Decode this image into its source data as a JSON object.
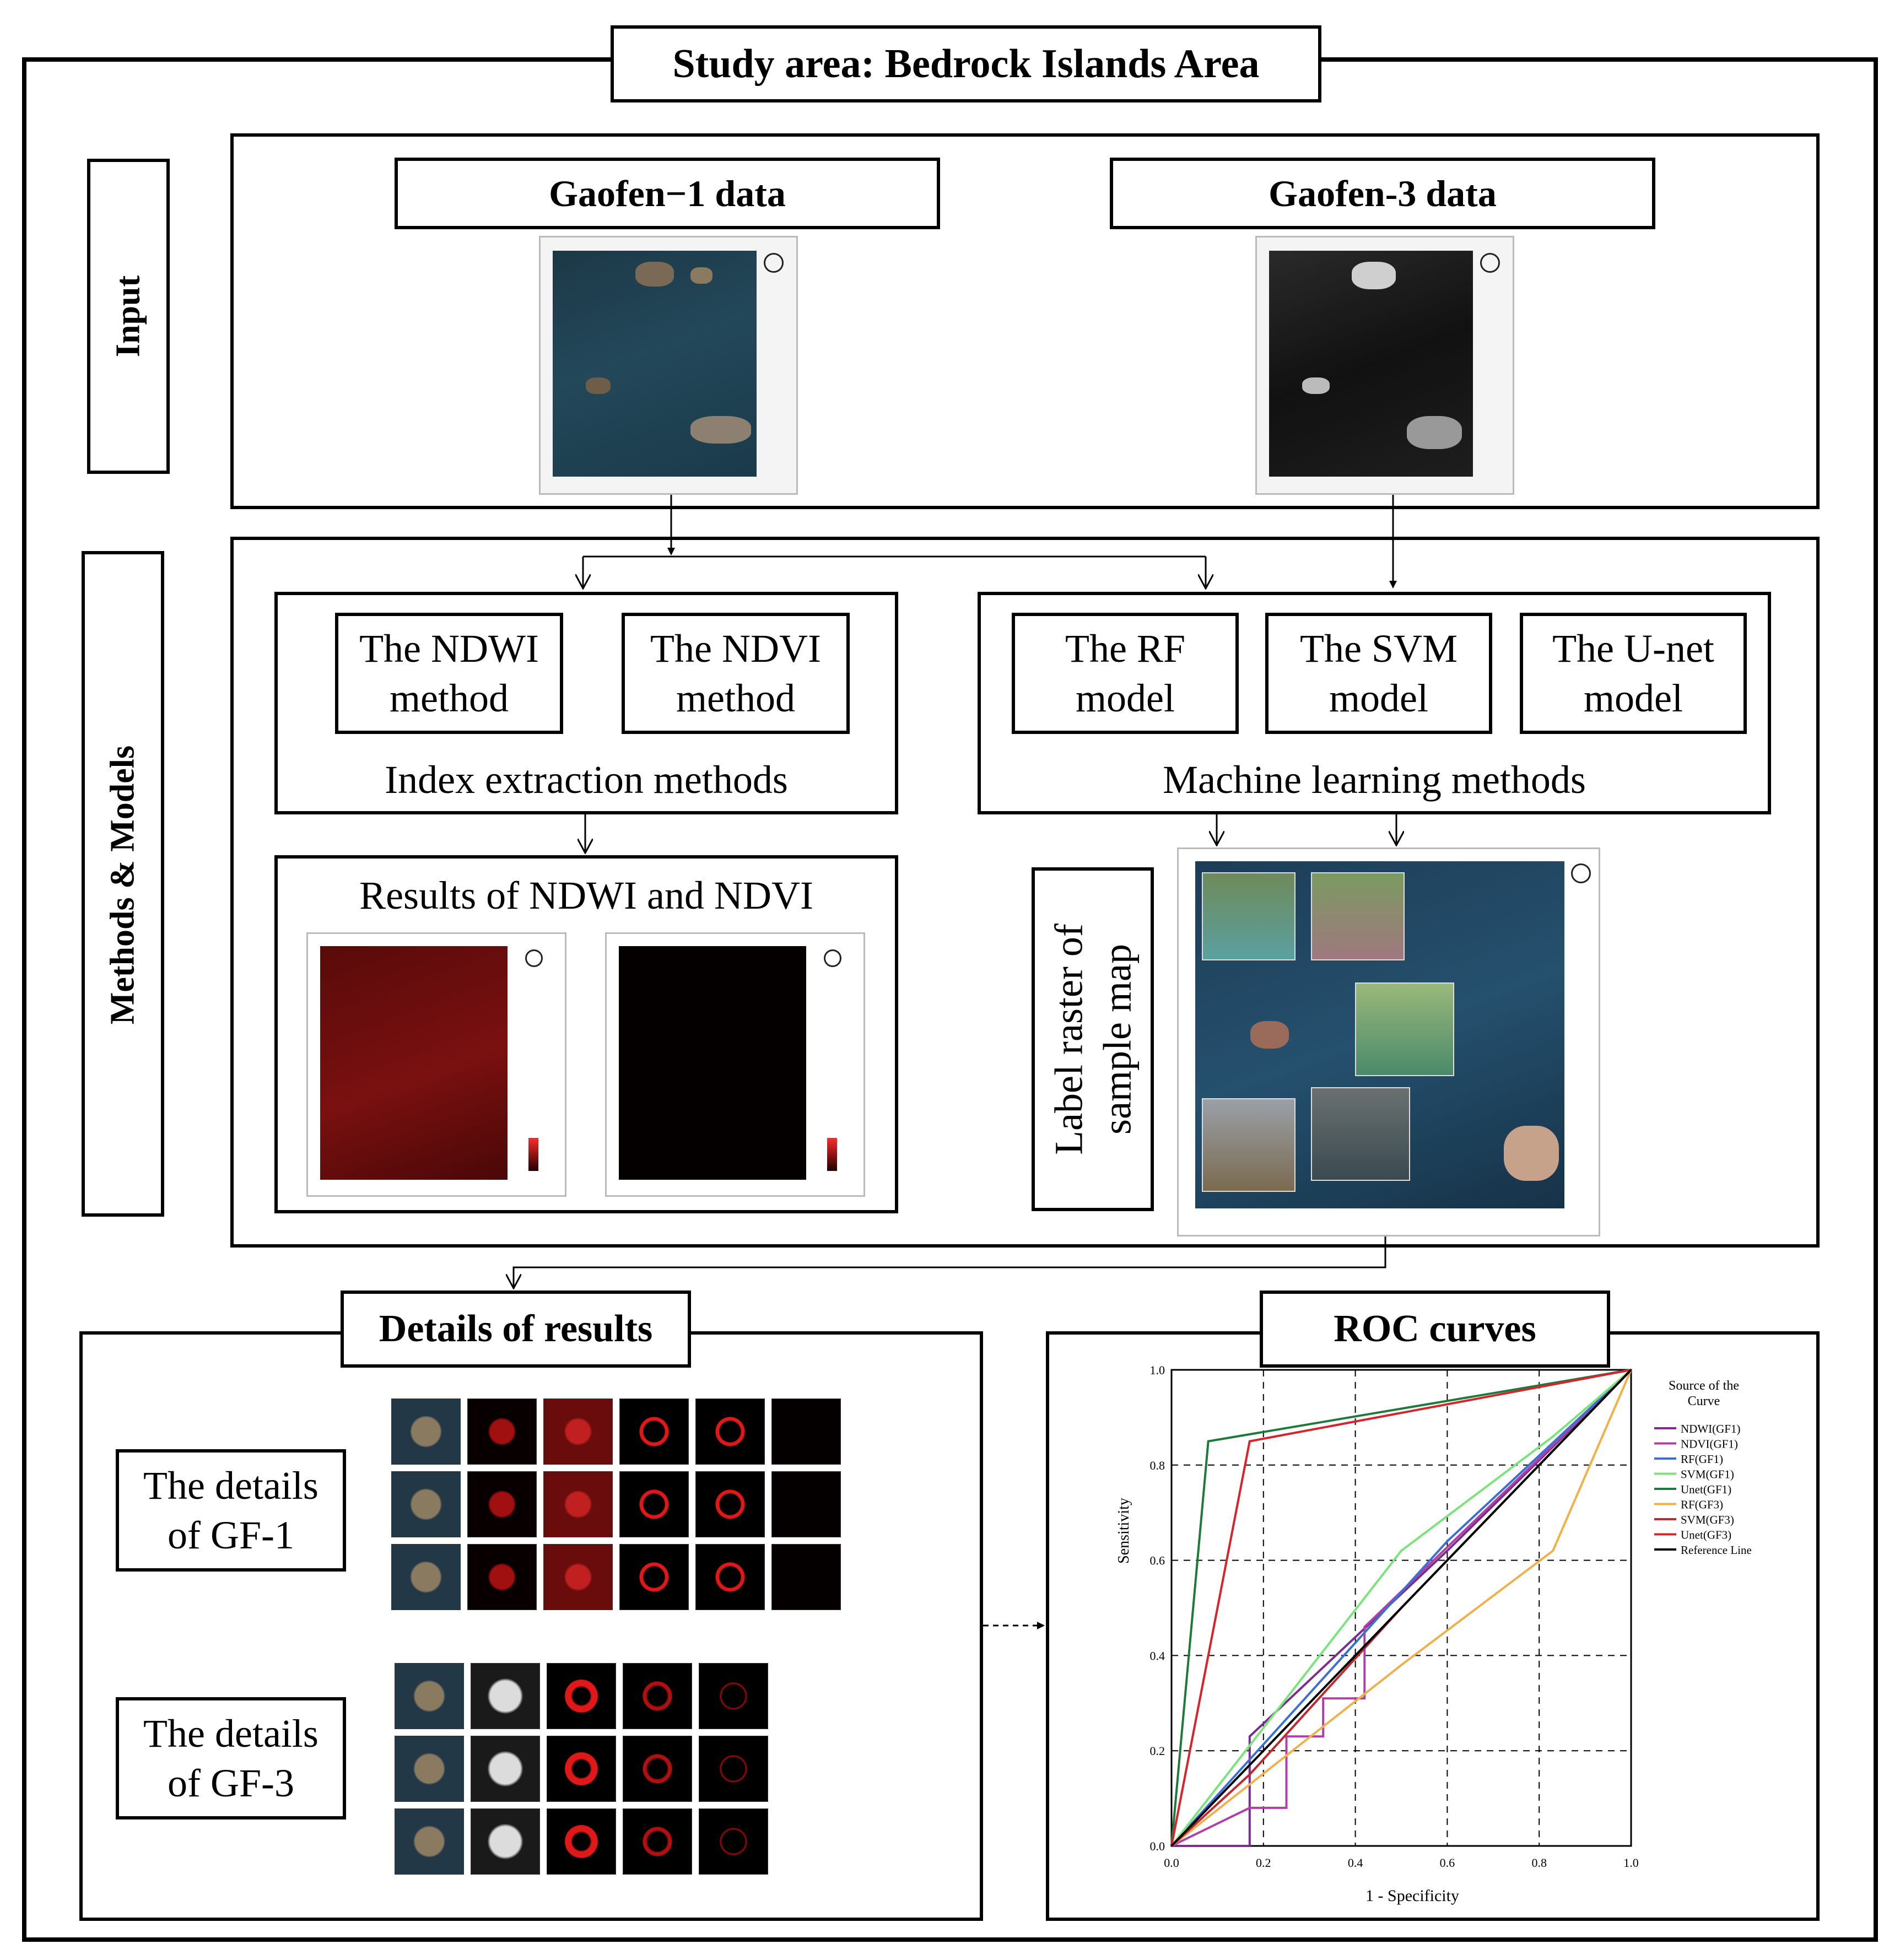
{
  "title": "Study area: Bedrock Islands Area",
  "input": {
    "label": "Input",
    "gf1_title": "Gaofen−1 data",
    "gf3_title": "Gaofen-3 data"
  },
  "methods": {
    "label": "Methods & Models",
    "index_group": {
      "title": "Index extraction methods",
      "ndwi_line1": "The NDWI",
      "ndwi_line2": "method",
      "ndvi_line1": "The NDVI",
      "ndvi_line2": "method"
    },
    "ml_group": {
      "title": "Machine learning methods",
      "rf_line1": "The RF",
      "rf_line2": "model",
      "svm_line1": "The SVM",
      "svm_line2": "model",
      "unet_line1": "The U-net",
      "unet_line2": "model"
    },
    "results_title": "Results of NDWI and NDVI",
    "label_raster_line1": "Label raster of",
    "label_raster_line2": "sample map"
  },
  "details": {
    "title": "Details of results",
    "gf1_line1": "The details",
    "gf1_line2": "of GF-1",
    "gf3_line1": "The details",
    "gf3_line2": "of GF-3"
  },
  "roc": {
    "title": "ROC curves",
    "chart_data": {
      "type": "line",
      "xlabel": "1 - Specificity",
      "ylabel": "Sensitivity",
      "xlim": [
        0,
        1
      ],
      "ylim": [
        0,
        1
      ],
      "x_ticks": [
        "0.0",
        "0.2",
        "0.4",
        "0.6",
        "0.8",
        "1.0"
      ],
      "y_ticks": [
        "0.0",
        "0.2",
        "0.4",
        "0.6",
        "0.8",
        "1.0"
      ],
      "grid": "dashed",
      "legend_title_line1": "Source of the",
      "legend_title_line2": "Curve",
      "legend_position": "right",
      "series": [
        {
          "name": "NDWI(GF1)",
          "color": "#7b2d8e",
          "points": [
            [
              0,
              0
            ],
            [
              0.17,
              0
            ],
            [
              0.17,
              0.23
            ],
            [
              0.6,
              0.62
            ],
            [
              1,
              1
            ]
          ]
        },
        {
          "name": "NDVI(GF1)",
          "color": "#b03fa8",
          "points": [
            [
              0,
              0
            ],
            [
              0.17,
              0.08
            ],
            [
              0.25,
              0.08
            ],
            [
              0.25,
              0.23
            ],
            [
              0.33,
              0.23
            ],
            [
              0.33,
              0.31
            ],
            [
              0.42,
              0.31
            ],
            [
              0.42,
              0.46
            ],
            [
              1,
              1
            ]
          ]
        },
        {
          "name": "RF(GF1)",
          "color": "#3b6fd4",
          "points": [
            [
              0,
              0
            ],
            [
              0.6,
              0.64
            ],
            [
              1,
              1
            ]
          ]
        },
        {
          "name": "SVM(GF1)",
          "color": "#7be37b",
          "points": [
            [
              0,
              0
            ],
            [
              0.5,
              0.62
            ],
            [
              0.83,
              0.86
            ],
            [
              1,
              1
            ]
          ]
        },
        {
          "name": "Unet(GF1)",
          "color": "#1e7a3a",
          "points": [
            [
              0,
              0
            ],
            [
              0.08,
              0.85
            ],
            [
              1,
              1
            ]
          ]
        },
        {
          "name": "RF(GF3)",
          "color": "#f0b04a",
          "points": [
            [
              0,
              0
            ],
            [
              0.5,
              0.38
            ],
            [
              0.83,
              0.62
            ],
            [
              1,
              1
            ]
          ]
        },
        {
          "name": "SVM(GF3)",
          "color": "#c0282d",
          "points": [
            [
              0,
              0
            ],
            [
              0.17,
              0.15
            ],
            [
              0.5,
              0.5
            ],
            [
              1,
              1
            ]
          ]
        },
        {
          "name": "Unet(GF3)",
          "color": "#d8232a",
          "points": [
            [
              0,
              0
            ],
            [
              0.17,
              0.85
            ],
            [
              1,
              1
            ]
          ]
        },
        {
          "name": "Reference Line",
          "color": "#000000",
          "points": [
            [
              0,
              0
            ],
            [
              1,
              1
            ]
          ]
        }
      ]
    }
  }
}
